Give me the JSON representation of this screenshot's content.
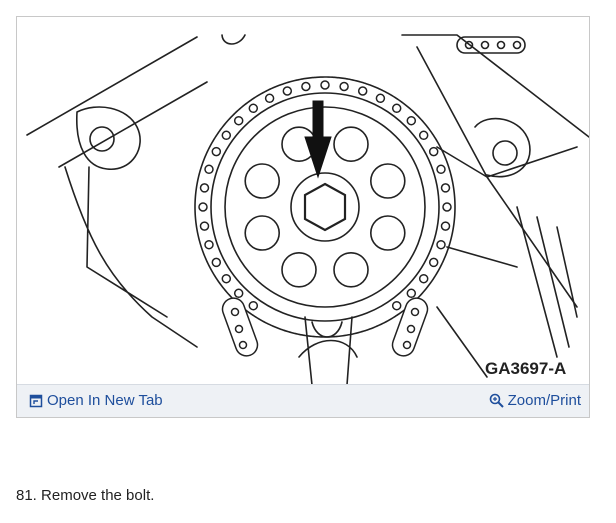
{
  "figure": {
    "diagram_label": "GA3697-A",
    "open_tab_label": "Open In New Tab",
    "open_tab_icon": "open-new-tab-icon",
    "zoom_print_label": "Zoom/Print",
    "zoom_icon": "magnifier-icon"
  },
  "step": {
    "text": "81. Remove the bolt."
  },
  "colors": {
    "link": "#1e4e9c",
    "toolbar_bg": "#eef1f5",
    "line_art": "#222222"
  }
}
